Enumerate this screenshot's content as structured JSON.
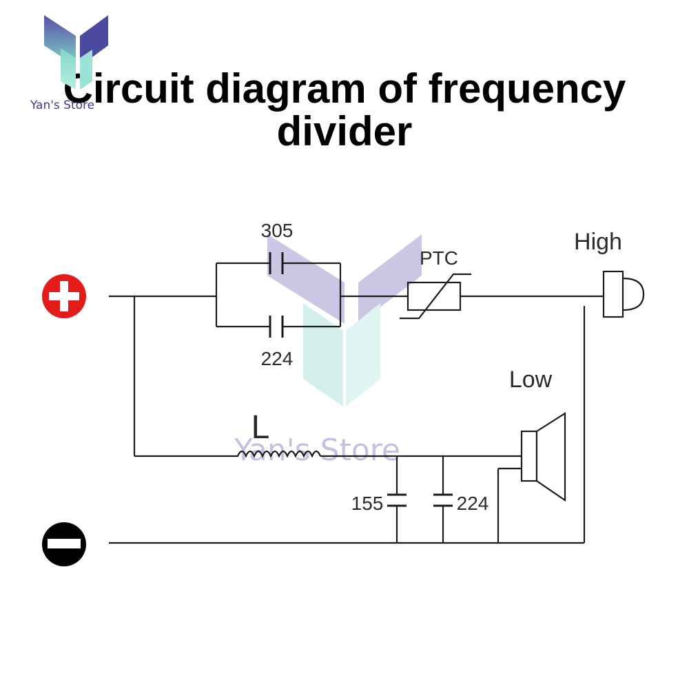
{
  "title": {
    "line1": "Circuit diagram of frequency",
    "line2": "divider"
  },
  "brand": {
    "name": "Yan's Store",
    "watermark": "Yan's Store"
  },
  "terminals": {
    "positive": "+",
    "negative": "−"
  },
  "components": {
    "cap_top": "305",
    "cap_bottom": "224",
    "ptc": "PTC",
    "inductor": "L",
    "cap_low1": "155",
    "cap_low2": "224"
  },
  "speakers": {
    "high": "High",
    "low": "Low"
  },
  "colors": {
    "accent_purple": "#5a4fa8",
    "accent_teal": "#7fd6c8",
    "positive": "#e31b1b",
    "negative": "#000000",
    "wire": "#1a1a1a"
  }
}
